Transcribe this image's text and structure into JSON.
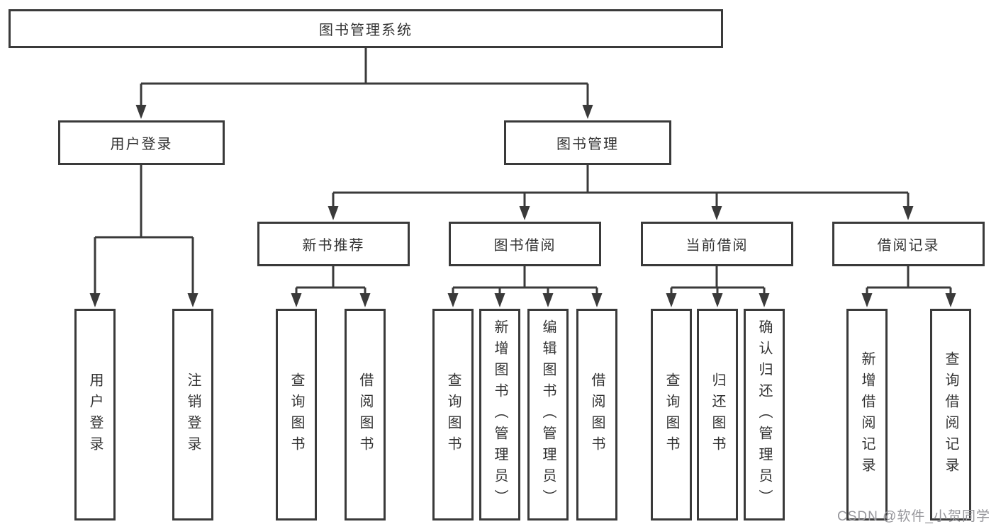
{
  "diagram": {
    "root_label": "图书管理系统",
    "branches": [
      {
        "label": "用户登录",
        "children": [
          {
            "label": "用户登录"
          },
          {
            "label": "注销登录"
          }
        ]
      },
      {
        "label": "图书管理",
        "children": [
          {
            "label": "新书推荐",
            "children": [
              {
                "label": "查询图书"
              },
              {
                "label": "借阅图书"
              }
            ]
          },
          {
            "label": "图书借阅",
            "children": [
              {
                "label": "查询图书"
              },
              {
                "label": "新增图书（管理员）"
              },
              {
                "label": "编辑图书（管理员）"
              },
              {
                "label": "借阅图书"
              }
            ]
          },
          {
            "label": "当前借阅",
            "children": [
              {
                "label": "查询图书"
              },
              {
                "label": "归还图书"
              },
              {
                "label": "确认归还（管理员）"
              }
            ]
          },
          {
            "label": "借阅记录",
            "children": [
              {
                "label": "新增借阅记录"
              },
              {
                "label": "查询借阅记录"
              }
            ]
          }
        ]
      }
    ]
  },
  "watermark": {
    "text": "CSDN @软件_小贺同学"
  },
  "colors": {
    "line": "#3a3a3a",
    "text": "#333333",
    "box_fill": "#ffffff",
    "watermark": "#96969b",
    "background": "#ffffff"
  }
}
